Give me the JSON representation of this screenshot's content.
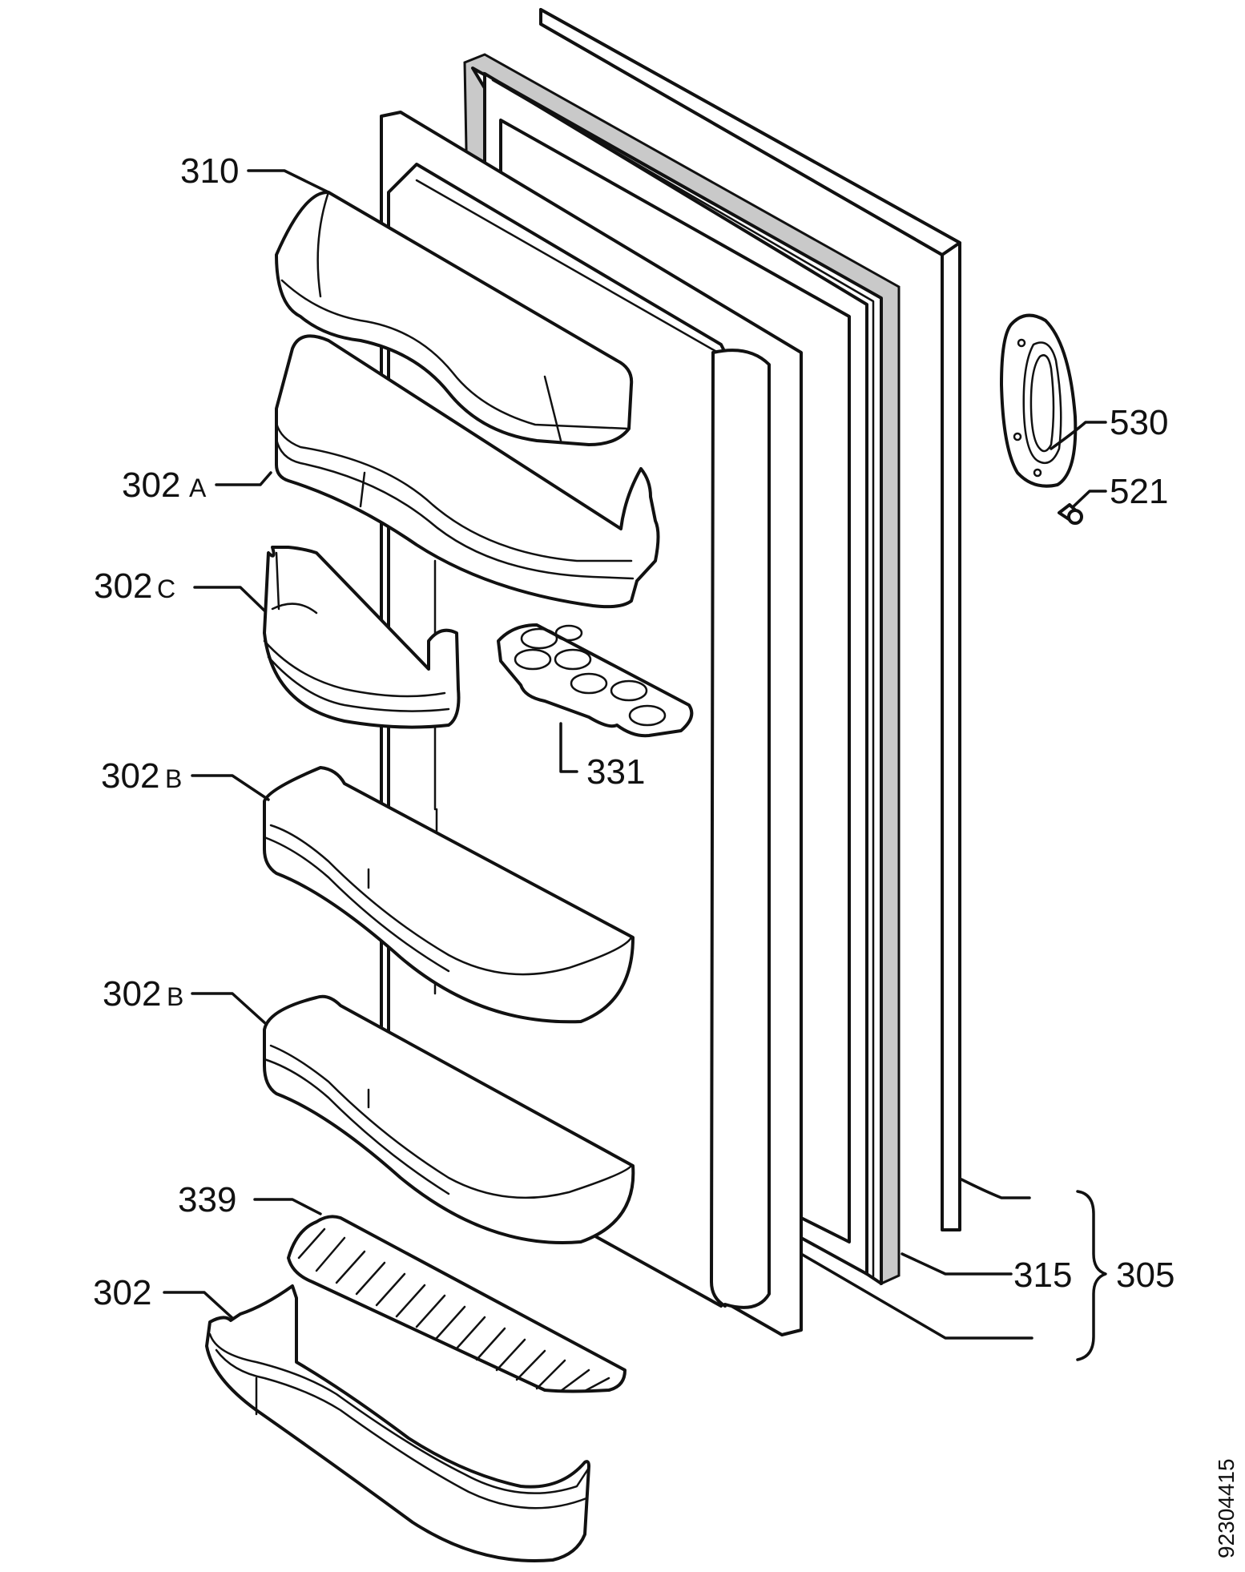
{
  "labels": {
    "l310": "310",
    "l302a_num": "302",
    "l302a_suffix": "A",
    "l302c_num": "302",
    "l302c_suffix": "C",
    "l302b1_num": "302",
    "l302b1_suffix": "B",
    "l302b2_num": "302",
    "l302b2_suffix": "B",
    "l339": "339",
    "l302": "302",
    "l331": "331",
    "l530": "530",
    "l521": "521",
    "l315": "315",
    "l305": "305"
  },
  "drawing_code": "92304415"
}
